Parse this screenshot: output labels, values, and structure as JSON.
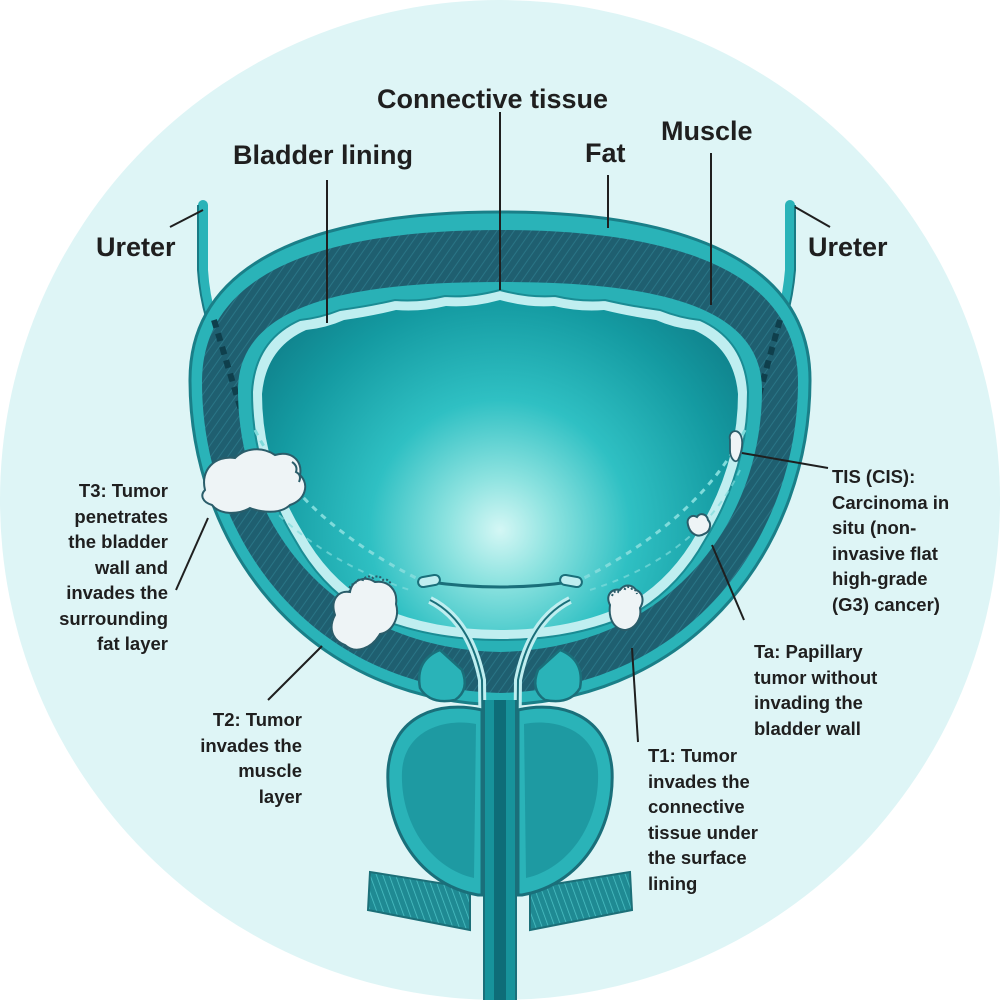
{
  "labels": {
    "connective_tissue": "Connective tissue",
    "bladder_lining": "Bladder lining",
    "fat": "Fat",
    "muscle": "Muscle",
    "ureter_left": "Ureter",
    "ureter_right": "Ureter",
    "t3": [
      "T3: Tumor",
      "penetrates",
      "the bladder",
      "wall and",
      "invades the",
      "surrounding",
      "fat layer"
    ],
    "t2": [
      "T2: Tumor",
      "invades the",
      "muscle",
      "layer"
    ],
    "t1": [
      "T1: Tumor",
      "invades the",
      "connective",
      "tissue under",
      "the surface",
      "lining"
    ],
    "ta": [
      "Ta: Papillary",
      "tumor without",
      "invading the",
      "bladder wall"
    ],
    "tis": [
      "TIS (CIS):",
      "Carcinoma in",
      "situ (non-",
      "invasive flat",
      "high-grade",
      "(G3) cancer)"
    ]
  },
  "colors": {
    "background_circle": "#def5f6",
    "bladder_wall": "#2ab3b8",
    "muscle_dark": "#1f5f70",
    "lumen": "#17999f",
    "lumen_glow": "#c8f3f2",
    "lining": "#bfeef0",
    "tumor": "#eef4f6",
    "text": "#1f1f1f",
    "leader_line": "#1f1f1f"
  }
}
